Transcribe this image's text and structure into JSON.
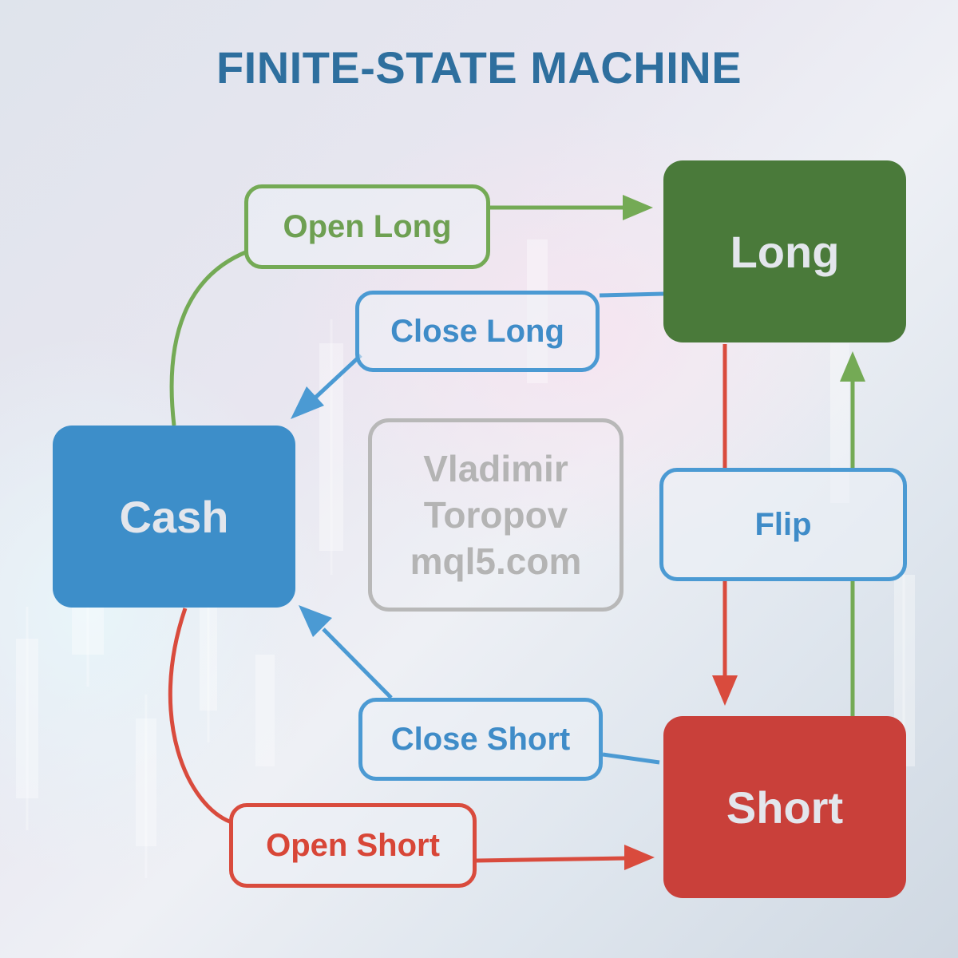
{
  "title": "FINITE-STATE MACHINE",
  "states": {
    "cash": "Cash",
    "long": "Long",
    "short": "Short"
  },
  "transitions": {
    "open_long": "Open Long",
    "close_long": "Close Long",
    "flip": "Flip",
    "close_short": "Close Short",
    "open_short": "Open Short"
  },
  "watermark": {
    "line1": "Vladimir",
    "line2": "Toropov",
    "line3": "mql5.com"
  },
  "colors": {
    "title": "#2e6f9e",
    "cash": "#3d8ec9",
    "long": "#4a7a3a",
    "short": "#c9403a",
    "green_arrow": "#74aa55",
    "blue_arrow": "#4b9ad3",
    "red_arrow": "#d94b3d",
    "watermark": "#b4b4b4"
  }
}
